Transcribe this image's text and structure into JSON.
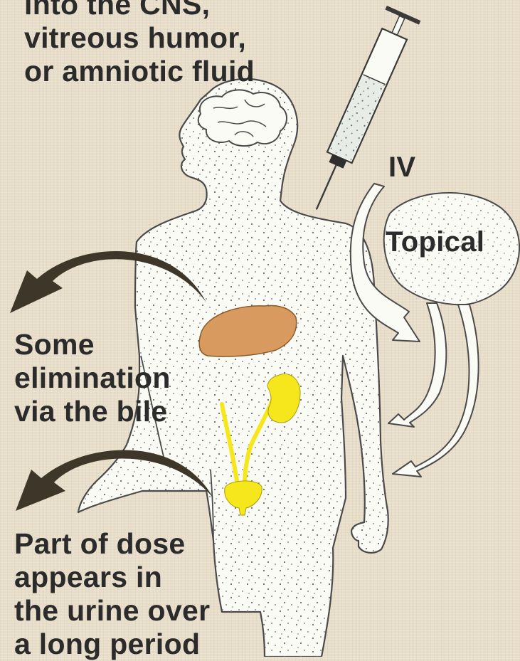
{
  "labels": {
    "top": [
      "into the CNS,",
      "vitreous humor,",
      "or amniotic fluid"
    ],
    "iv": "IV",
    "topical": "Topical",
    "bile": [
      "Some",
      "elimination",
      "via the bile"
    ],
    "urine": [
      "Part of dose",
      "appears in",
      "the urine over",
      "a long period"
    ]
  },
  "icons": [
    "syringe-icon",
    "brain-icon",
    "liver-icon",
    "kidney-icon",
    "bladder-icon",
    "curved-arrow-icon"
  ],
  "colors": {
    "background": "#e7ddc9",
    "body_fill": "#fbfbf6",
    "outline": "#4a4a4a",
    "liver": "#d89a5e",
    "kidney_bladder": "#f6e61c",
    "elimination_arrow": "#3e3628",
    "text": "#2b2b2b"
  }
}
